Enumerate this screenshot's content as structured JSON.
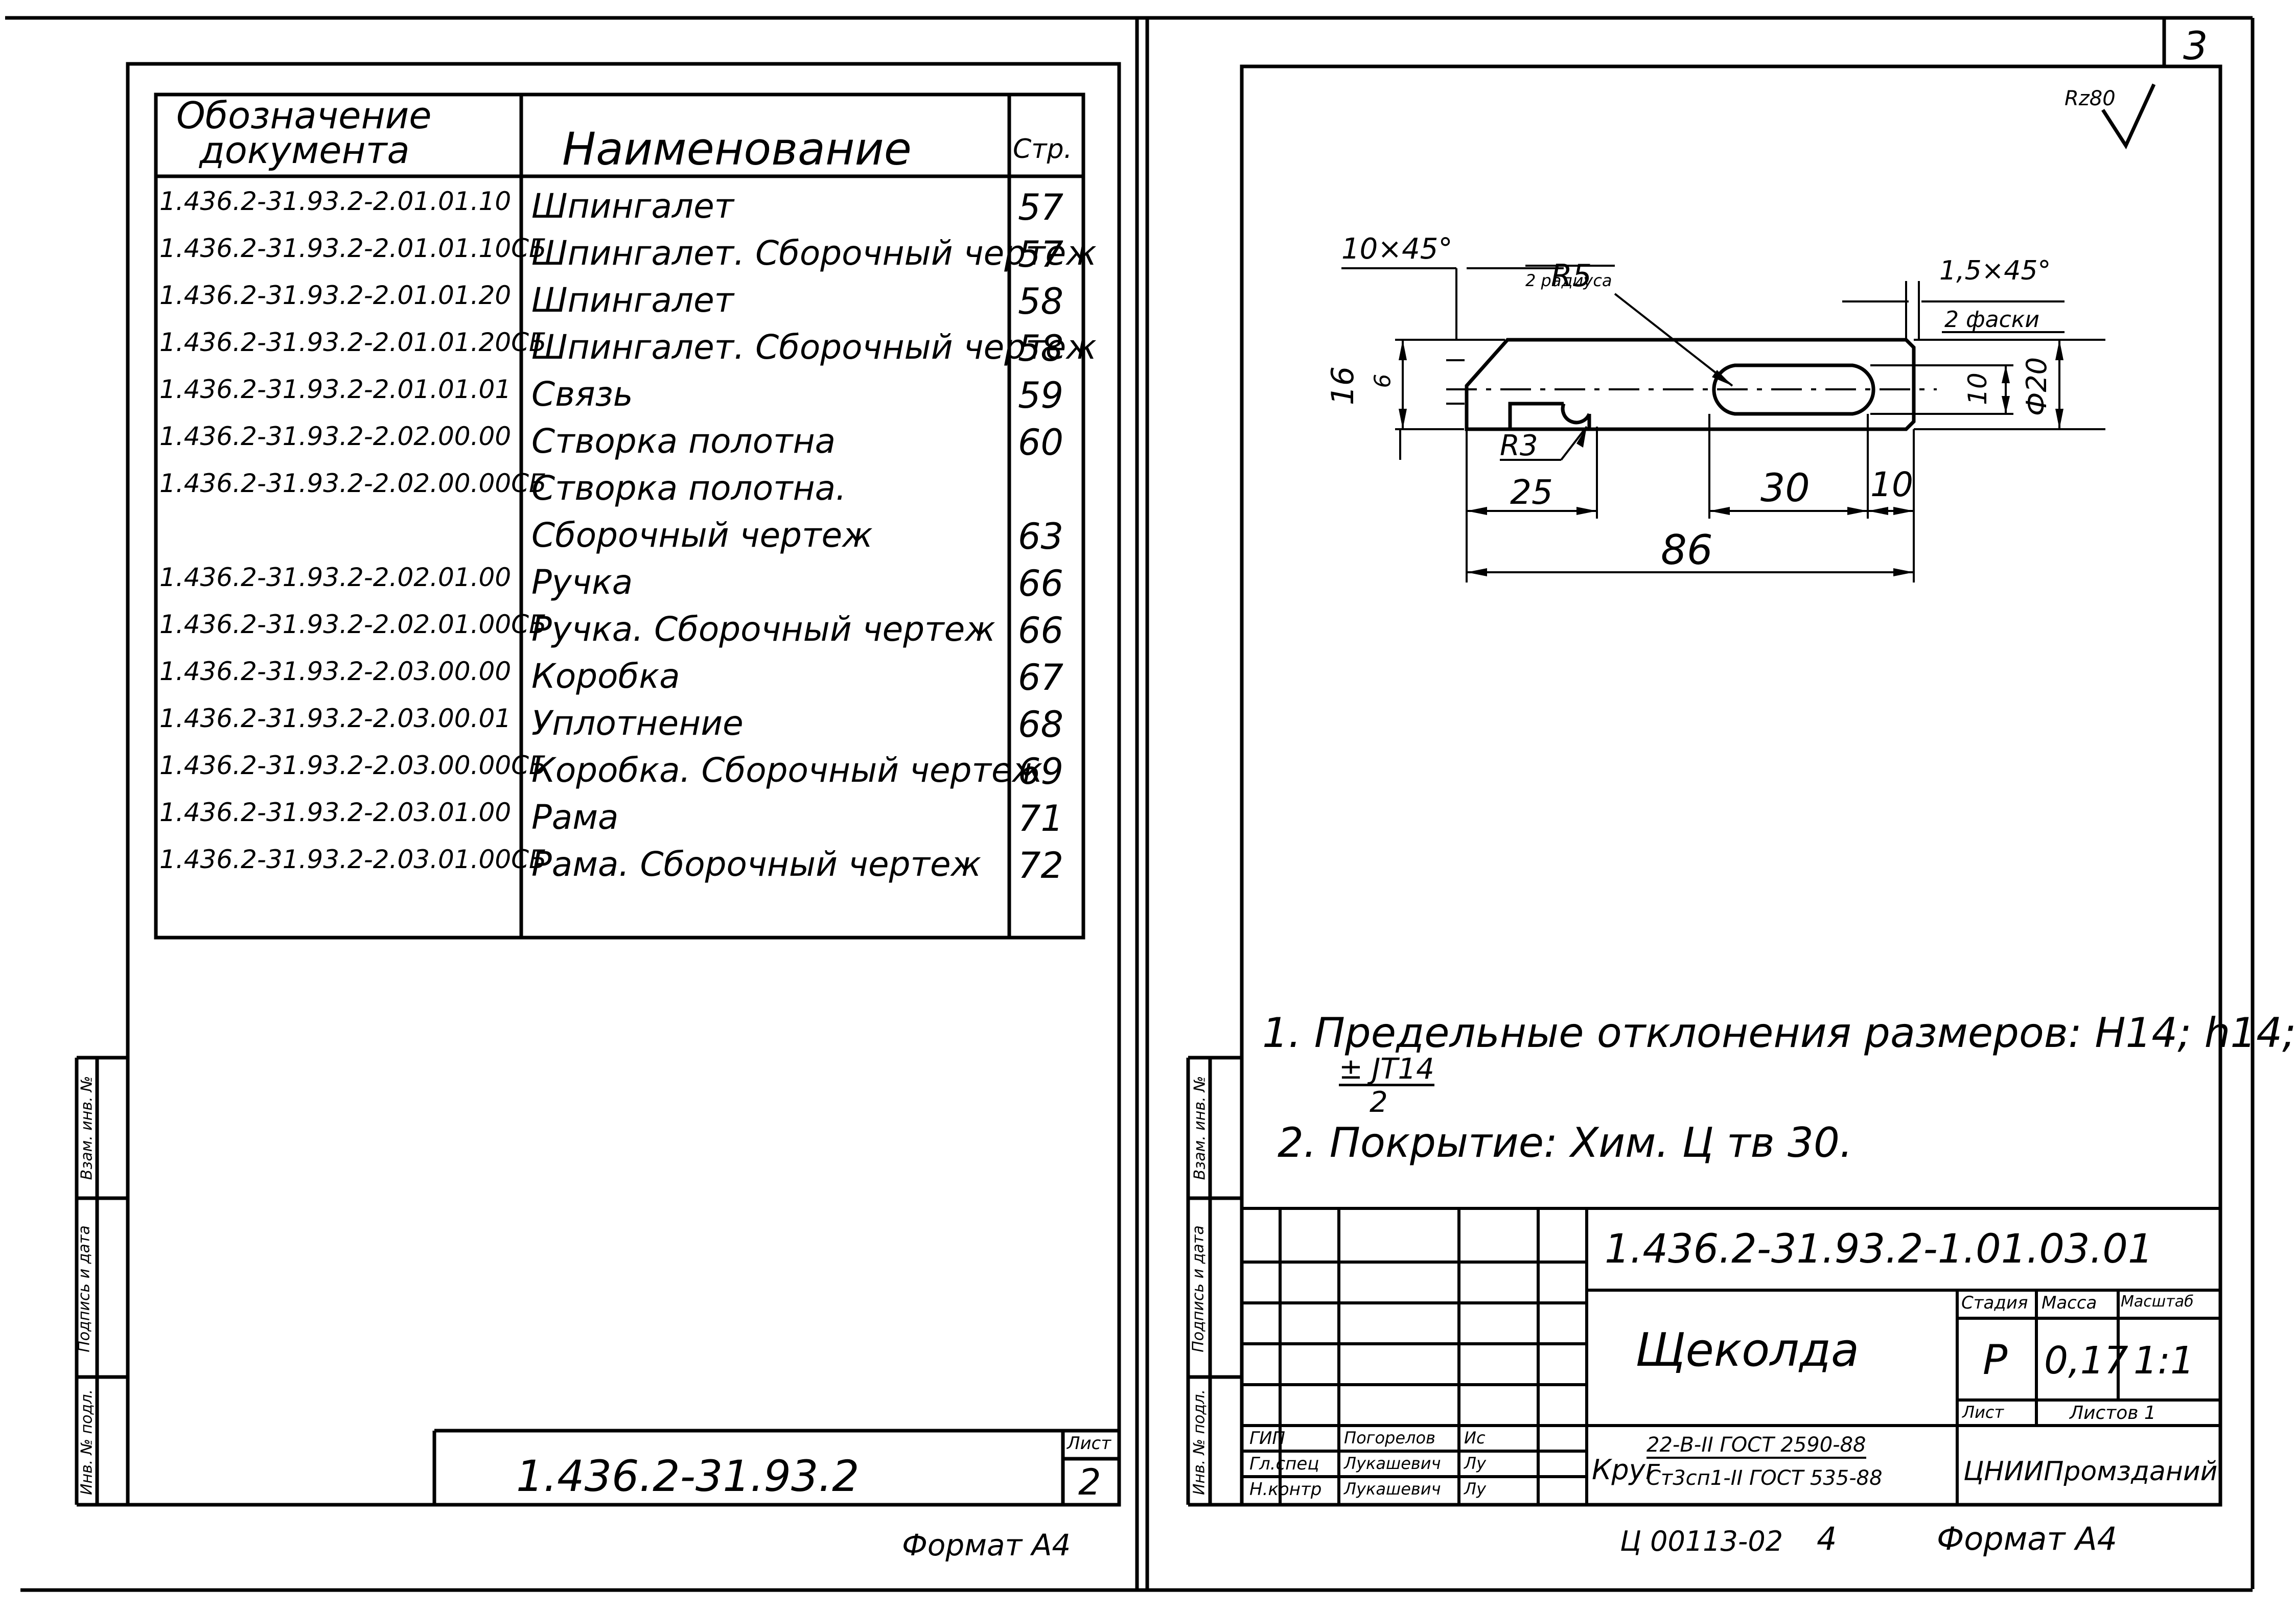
{
  "page_number": "3",
  "left_sheet": {
    "table_headers": {
      "designation_line1": "Обозначение",
      "designation_line2": "документа",
      "name": "Наименование",
      "page": "Стр."
    },
    "rows": [
      {
        "code": "1.436.2-31.93.2-2.01.01.10",
        "name": "Шпингалет",
        "page": "57"
      },
      {
        "code": "1.436.2-31.93.2-2.01.01.10СБ",
        "name": "Шпингалет. Сборочный чертеж",
        "page": "57"
      },
      {
        "code": "1.436.2-31.93.2-2.01.01.20",
        "name": "Шпингалет",
        "page": "58"
      },
      {
        "code": "1.436.2-31.93.2-2.01.01.20СБ",
        "name": "Шпингалет. Сборочный чертеж",
        "page": "58"
      },
      {
        "code": "1.436.2-31.93.2-2.01.01.01",
        "name": "Связь",
        "page": "59"
      },
      {
        "code": "1.436.2-31.93.2-2.02.00.00",
        "name": "Створка полотна",
        "page": "60"
      },
      {
        "code": "1.436.2-31.93.2-2.02.00.00СБ",
        "name": "Створка полотна.",
        "page": ""
      },
      {
        "code": "",
        "name": "Сборочный чертеж",
        "page": "63"
      },
      {
        "code": "1.436.2-31.93.2-2.02.01.00",
        "name": "Ручка",
        "page": "66"
      },
      {
        "code": "1.436.2-31.93.2-2.02.01.00СБ",
        "name": "Ручка. Сборочный чертеж",
        "page": "66"
      },
      {
        "code": "1.436.2-31.93.2-2.03.00.00",
        "name": "Коробка",
        "page": "67"
      },
      {
        "code": "1.436.2-31.93.2-2.03.00.01",
        "name": "Уплотнение",
        "page": "68"
      },
      {
        "code": "1.436.2-31.93.2-2.03.00.00СБ",
        "name": "Коробка. Сборочный чертеж",
        "page": "69"
      },
      {
        "code": "1.436.2-31.93.2-2.03.01.00",
        "name": "Рама",
        "page": "71"
      },
      {
        "code": "1.436.2-31.93.2-2.03.01.00СБ",
        "name": "Рама. Сборочный чертеж",
        "page": "72"
      }
    ],
    "side_labels": [
      "Инв. № подл.",
      "Подпись и дата",
      "Взам. инв. №"
    ],
    "title_code": "1.436.2-31.93.2",
    "sheet_label": "Лист",
    "sheet_number": "2",
    "format": "Формат А4"
  },
  "right_sheet": {
    "roughness": "Rz80",
    "dims": {
      "chamfer_left": "10×45°",
      "radius_r5": "R5",
      "radius_r5_note": "2 радиуса",
      "chamfer_right": "1,5×45°",
      "chamfer_right_note": "2 фаски",
      "h16": "16",
      "h6": "6",
      "h10": "10",
      "diameter": "Ф20",
      "radius_r3": "R3",
      "len25": "25",
      "len30": "30",
      "len10": "10",
      "len86": "86"
    },
    "notes": {
      "line1": "1. Предельные отклонения размеров: Н14; h14;",
      "fraction_top": "± JT14",
      "fraction_bottom": "2",
      "line2": "2. Покрытие: Хим. Ц тв 30."
    },
    "side_labels": [
      "Инв. № подл.",
      "Подпись и дата",
      "Взам. инв. №"
    ],
    "title_block": {
      "code": "1.436.2-31.93.2-1.01.03.01",
      "part_name": "Щеколда",
      "stage_label": "Стадия",
      "mass_label": "Масса",
      "scale_label": "Масштаб",
      "stage": "Р",
      "mass": "0,17",
      "scale": "1:1",
      "sheet_label": "Лист",
      "sheets_label": "Листов 1",
      "material_prefix": "Круг",
      "material_top": "22-В-II ГОСТ 2590-88",
      "material_bottom": "Ст3сп1-II ГОСТ 535-88",
      "organization": "ЦНИИПромзданий",
      "people": [
        {
          "role": "ГИП",
          "name": "Погорелов",
          "sign": "Ис"
        },
        {
          "role": "Гл.спец",
          "name": "Лукашевич",
          "sign": "Лу"
        },
        {
          "role": "Н.контр",
          "name": "Лукашевич",
          "sign": "Лу"
        }
      ]
    },
    "bottom_code": "Ц 00113-02",
    "bottom_num": "4",
    "format": "Формат А4"
  }
}
